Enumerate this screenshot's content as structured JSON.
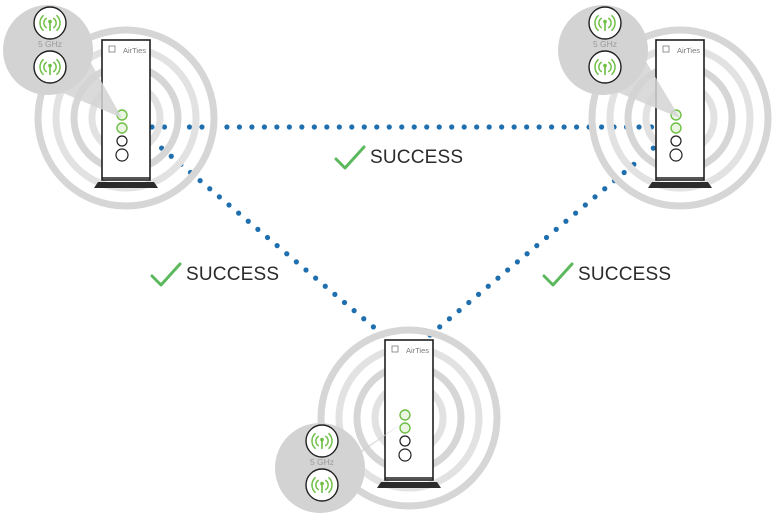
{
  "diagram": {
    "brand_label": "AirTies",
    "band_label": "5 GHz",
    "status_text": "SUCCESS",
    "status_color": "#5cb85c",
    "link_color": "#1f6fae",
    "led_color": "#6fbf45",
    "icons": {
      "status": "checkmark-icon",
      "led": "wifi-antenna-icon",
      "link": "dotted-link"
    },
    "devices": [
      {
        "id": "top-left",
        "role": "access-point"
      },
      {
        "id": "top-right",
        "role": "access-point"
      },
      {
        "id": "bottom",
        "role": "access-point"
      }
    ],
    "links": [
      {
        "from": "top-left",
        "to": "top-right",
        "status": "SUCCESS"
      },
      {
        "from": "top-left",
        "to": "bottom",
        "status": "SUCCESS"
      },
      {
        "from": "top-right",
        "to": "bottom",
        "status": "SUCCESS"
      }
    ]
  }
}
